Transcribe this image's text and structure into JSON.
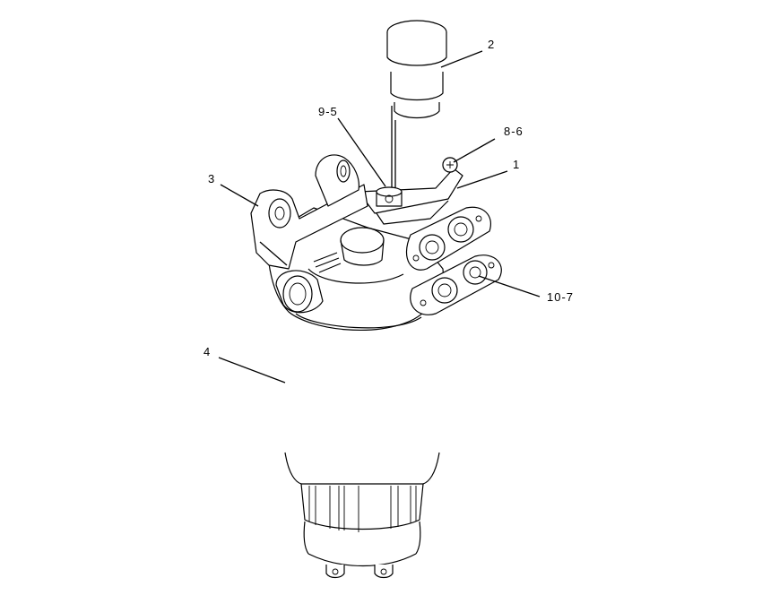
{
  "callouts": {
    "c1": "1",
    "c2": "2",
    "c3": "3",
    "c4": "4",
    "c8_6": "8-6",
    "c9_5": "9-5",
    "c10_7": "10-7"
  },
  "colors": {
    "line": "#000000",
    "background": "#ffffff"
  }
}
